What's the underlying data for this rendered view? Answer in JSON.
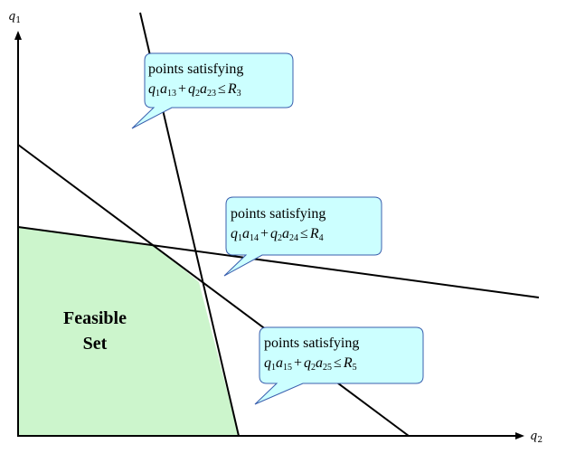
{
  "axes": {
    "y_label": "q",
    "y_sub": "1",
    "x_label": "q",
    "x_sub": "2"
  },
  "feasible_set": {
    "line1": "Feasible",
    "line2": "Set",
    "fill_color": "#ccf5cc"
  },
  "callouts": [
    {
      "title": "points satisfying",
      "var1": "q",
      "var1_sub": "1",
      "coef1": "a",
      "coef1_sub": "13",
      "plus": "+",
      "var2": "q",
      "var2_sub": "2",
      "coef2": "a",
      "coef2_sub": "23",
      "leq": "≤",
      "rhs": "R",
      "rhs_sub": "3"
    },
    {
      "title": "points satisfying",
      "var1": "q",
      "var1_sub": "1",
      "coef1": "a",
      "coef1_sub": "14",
      "plus": "+",
      "var2": "q",
      "var2_sub": "2",
      "coef2": "a",
      "coef2_sub": "24",
      "leq": "≤",
      "rhs": "R",
      "rhs_sub": "4"
    },
    {
      "title": "points satisfying",
      "var1": "q",
      "var1_sub": "1",
      "coef1": "a",
      "coef1_sub": "15",
      "plus": "+",
      "var2": "q",
      "var2_sub": "2",
      "coef2": "a",
      "coef2_sub": "25",
      "leq": "≤",
      "rhs": "R",
      "rhs_sub": "5"
    }
  ],
  "colors": {
    "callout_fill": "#ccffff",
    "callout_stroke": "#3a5fae",
    "line": "#000000"
  }
}
